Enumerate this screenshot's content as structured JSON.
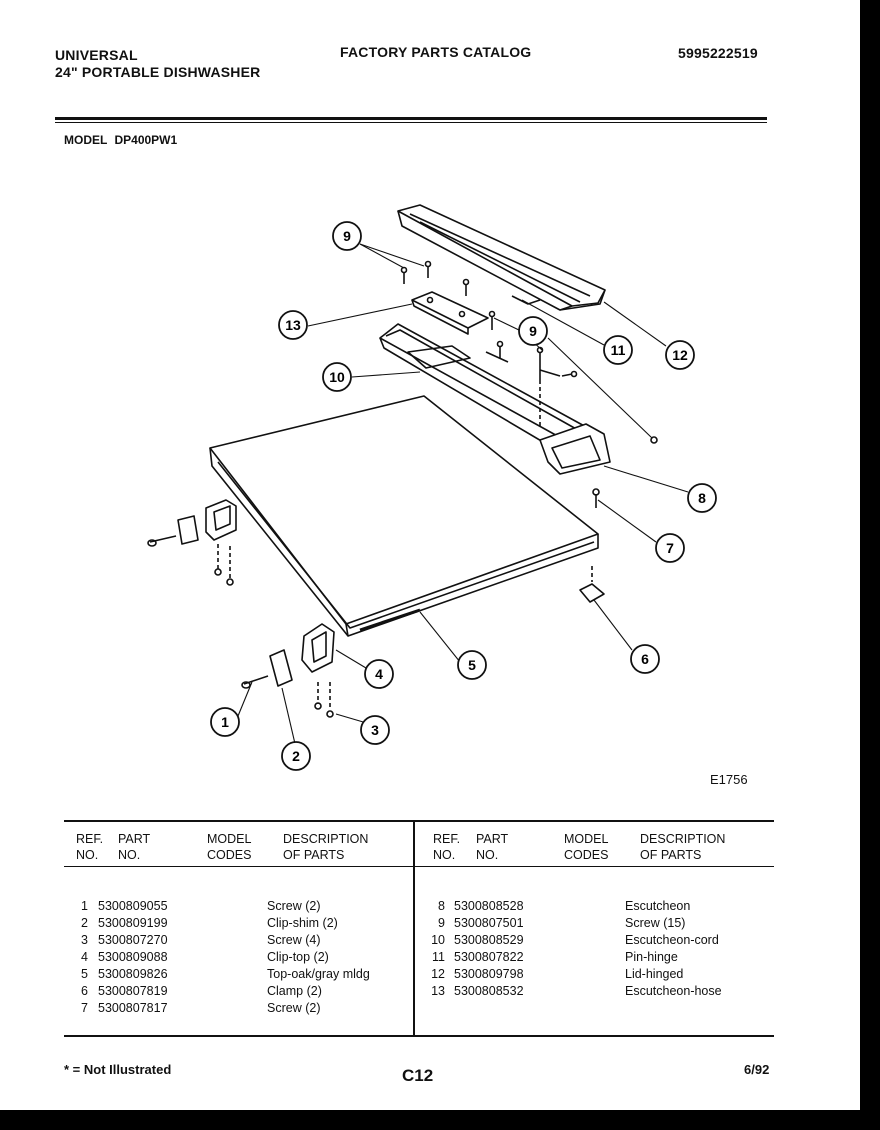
{
  "header": {
    "brand": "UNIVERSAL",
    "product": "24\" PORTABLE DISHWASHER",
    "catalog_title": "FACTORY PARTS CATALOG",
    "catalog_number": "5995222519",
    "model_label": "MODEL",
    "model": "DP400PW1"
  },
  "diagram": {
    "figure_id": "E1756",
    "callouts": [
      "1",
      "2",
      "3",
      "4",
      "5",
      "6",
      "7",
      "8",
      "9",
      "9",
      "10",
      "11",
      "12",
      "13"
    ]
  },
  "table": {
    "headers": {
      "ref1": "REF.",
      "ref2": "NO.",
      "part1": "PART",
      "part2": "NO.",
      "model1": "MODEL",
      "model2": "CODES",
      "desc1": "DESCRIPTION",
      "desc2": "OF PARTS"
    },
    "left_rows": [
      {
        "ref": "1",
        "part": "5300809055",
        "code": "",
        "desc": "Screw (2)"
      },
      {
        "ref": "2",
        "part": "5300809199",
        "code": "",
        "desc": "Clip-shim (2)"
      },
      {
        "ref": "3",
        "part": "5300807270",
        "code": "",
        "desc": "Screw (4)"
      },
      {
        "ref": "4",
        "part": "5300809088",
        "code": "",
        "desc": "Clip-top (2)"
      },
      {
        "ref": "5",
        "part": "5300809826",
        "code": "",
        "desc": "Top-oak/gray mldg"
      },
      {
        "ref": "6",
        "part": "5300807819",
        "code": "",
        "desc": "Clamp (2)"
      },
      {
        "ref": "7",
        "part": "5300807817",
        "code": "",
        "desc": "Screw (2)"
      }
    ],
    "right_rows": [
      {
        "ref": "8",
        "part": "5300808528",
        "code": "",
        "desc": "Escutcheon"
      },
      {
        "ref": "9",
        "part": "5300807501",
        "code": "",
        "desc": "Screw (15)"
      },
      {
        "ref": "10",
        "part": "5300808529",
        "code": "",
        "desc": "Escutcheon-cord"
      },
      {
        "ref": "11",
        "part": "5300807822",
        "code": "",
        "desc": "Pin-hinge"
      },
      {
        "ref": "12",
        "part": "5300809798",
        "code": "",
        "desc": "Lid-hinged"
      },
      {
        "ref": "13",
        "part": "5300808532",
        "code": "",
        "desc": "Escutcheon-hose"
      }
    ]
  },
  "footer": {
    "note": "* = Not Illustrated",
    "page": "C12",
    "date": "6/92"
  }
}
